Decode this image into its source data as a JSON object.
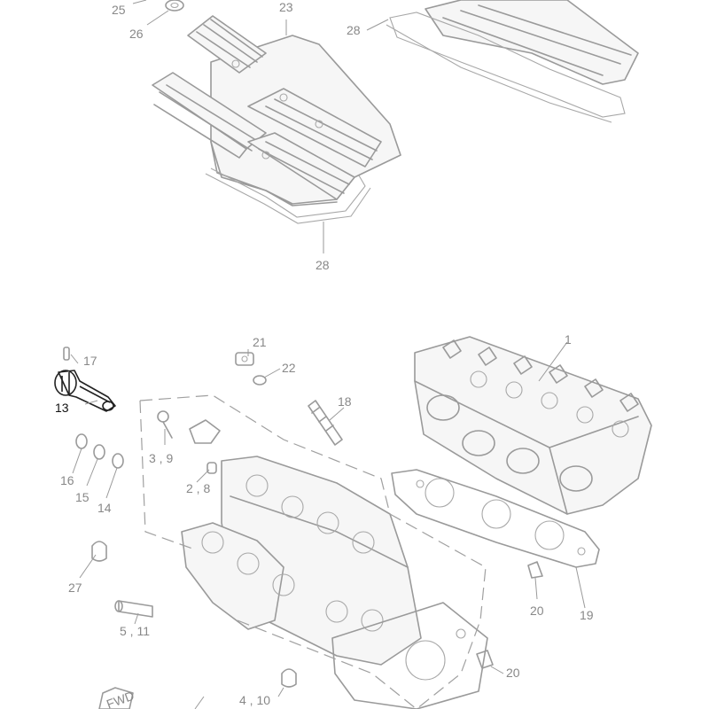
{
  "diagram": {
    "callouts": [
      {
        "key": "c25",
        "text": "25"
      },
      {
        "key": "c26",
        "text": "26"
      },
      {
        "key": "c23",
        "text": "23"
      },
      {
        "key": "c28a",
        "text": "28"
      },
      {
        "key": "c28b",
        "text": "28"
      },
      {
        "key": "c21",
        "text": "21"
      },
      {
        "key": "c22",
        "text": "22"
      },
      {
        "key": "c1",
        "text": "1"
      },
      {
        "key": "c17",
        "text": "17"
      },
      {
        "key": "c13",
        "text": "13"
      },
      {
        "key": "c18",
        "text": "18"
      },
      {
        "key": "c39",
        "text": "3 , 9"
      },
      {
        "key": "c28s",
        "text": "2 , 8"
      },
      {
        "key": "c16",
        "text": "16"
      },
      {
        "key": "c15",
        "text": "15"
      },
      {
        "key": "c14",
        "text": "14"
      },
      {
        "key": "c27",
        "text": "27"
      },
      {
        "key": "c20a",
        "text": "20"
      },
      {
        "key": "c19",
        "text": "19"
      },
      {
        "key": "c511",
        "text": "5 , 11"
      },
      {
        "key": "c20b",
        "text": "20"
      },
      {
        "key": "c410",
        "text": "4 , 10"
      }
    ],
    "fwd_label": "FWD",
    "highlighted_part": "13",
    "colors": {
      "line": "#9a9a9a",
      "label": "#888888",
      "highlight": "#111111"
    }
  }
}
